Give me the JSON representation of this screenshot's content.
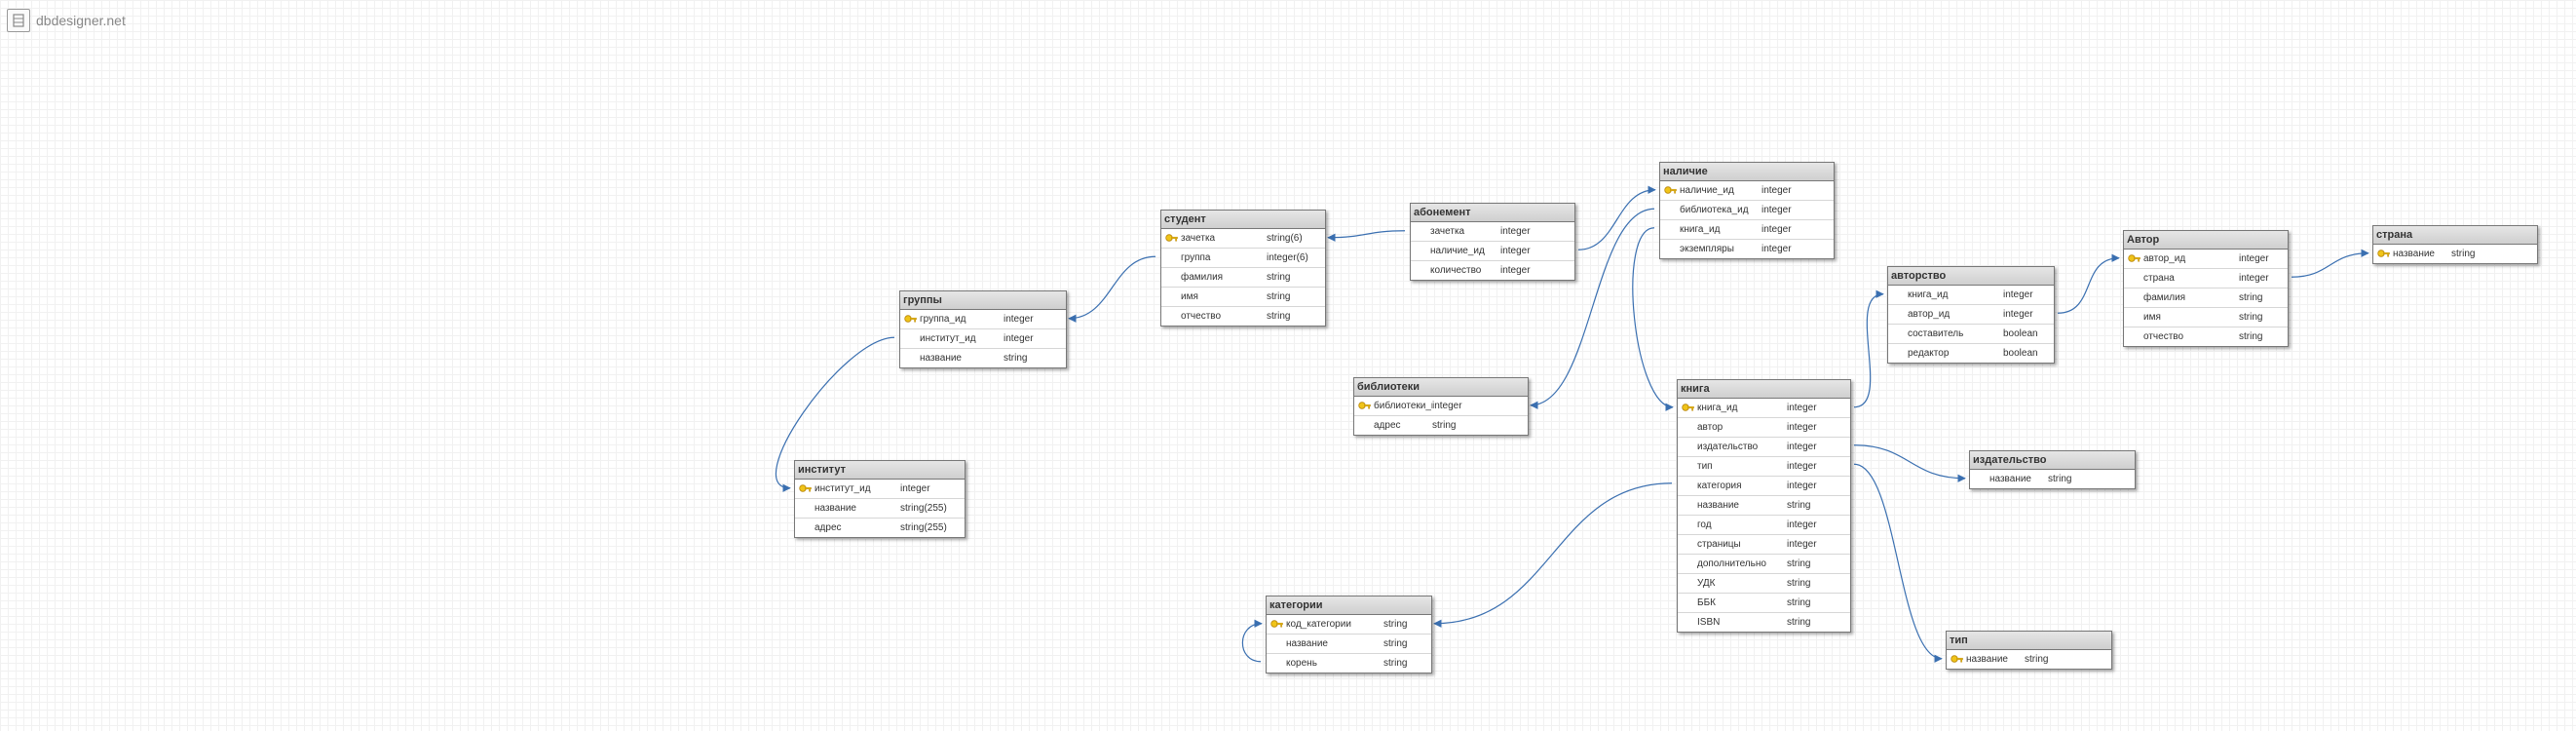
{
  "brand": {
    "name": "dbdesigner.net"
  },
  "tables": [
    {
      "id": "gruppy",
      "name": "группы",
      "cols": [
        {
          "name": "группа_ид",
          "type": "integer",
          "pk": true
        },
        {
          "name": "институт_ид",
          "type": "integer"
        },
        {
          "name": "название",
          "type": "string"
        }
      ]
    },
    {
      "id": "institut",
      "name": "институт",
      "cols": [
        {
          "name": "институт_ид",
          "type": "integer",
          "pk": true
        },
        {
          "name": "название",
          "type": "string(255)"
        },
        {
          "name": "адрес",
          "type": "string(255)"
        }
      ]
    },
    {
      "id": "student",
      "name": "студент",
      "cols": [
        {
          "name": "зачетка",
          "type": "string(6)",
          "pk": true
        },
        {
          "name": "группа",
          "type": "integer(6)"
        },
        {
          "name": "фамилия",
          "type": "string"
        },
        {
          "name": "имя",
          "type": "string"
        },
        {
          "name": "отчество",
          "type": "string"
        }
      ]
    },
    {
      "id": "abonement",
      "name": "абонемент",
      "cols": [
        {
          "name": "зачетка",
          "type": "integer"
        },
        {
          "name": "наличие_ид",
          "type": "integer"
        },
        {
          "name": "количество",
          "type": "integer"
        }
      ]
    },
    {
      "id": "nalichie",
      "name": "наличие",
      "cols": [
        {
          "name": "наличие_ид",
          "type": "integer",
          "pk": true
        },
        {
          "name": "библиотека_ид",
          "type": "integer"
        },
        {
          "name": "книга_ид",
          "type": "integer"
        },
        {
          "name": "экземпляры",
          "type": "integer"
        }
      ]
    },
    {
      "id": "biblioteki",
      "name": "библиотеки",
      "cols": [
        {
          "name": "библиотеки_ид",
          "type": "integer",
          "pk": true
        },
        {
          "name": "адрес",
          "type": "string"
        }
      ]
    },
    {
      "id": "kniga",
      "name": "книга",
      "cols": [
        {
          "name": "книга_ид",
          "type": "integer",
          "pk": true
        },
        {
          "name": "автор",
          "type": "integer"
        },
        {
          "name": "издательство",
          "type": "integer"
        },
        {
          "name": "тип",
          "type": "integer"
        },
        {
          "name": "категория",
          "type": "integer"
        },
        {
          "name": "название",
          "type": "string"
        },
        {
          "name": "год",
          "type": "integer"
        },
        {
          "name": "страницы",
          "type": "integer"
        },
        {
          "name": "дополнительно",
          "type": "string"
        },
        {
          "name": "УДК",
          "type": "string"
        },
        {
          "name": "ББК",
          "type": "string"
        },
        {
          "name": "ISBN",
          "type": "string"
        }
      ]
    },
    {
      "id": "kategorii",
      "name": "категории",
      "cols": [
        {
          "name": "код_категории",
          "type": "string",
          "pk": true
        },
        {
          "name": "название",
          "type": "string"
        },
        {
          "name": "корень",
          "type": "string"
        }
      ]
    },
    {
      "id": "avtorstvo",
      "name": "авторство",
      "cols": [
        {
          "name": "книга_ид",
          "type": "integer"
        },
        {
          "name": "автор_ид",
          "type": "integer"
        },
        {
          "name": "составитель",
          "type": "boolean"
        },
        {
          "name": "редактор",
          "type": "boolean"
        }
      ]
    },
    {
      "id": "avtor",
      "name": "Автор",
      "cols": [
        {
          "name": "автор_ид",
          "type": "integer",
          "pk": true
        },
        {
          "name": "страна",
          "type": "integer"
        },
        {
          "name": "фамилия",
          "type": "string"
        },
        {
          "name": "имя",
          "type": "string"
        },
        {
          "name": "отчество",
          "type": "string"
        }
      ]
    },
    {
      "id": "strana",
      "name": "страна",
      "cols": [
        {
          "name": "название",
          "type": "string",
          "pk": true
        }
      ]
    },
    {
      "id": "izdatelstvo",
      "name": "издательство",
      "cols": [
        {
          "name": "название",
          "type": "string"
        }
      ]
    },
    {
      "id": "tip",
      "name": "тип",
      "cols": [
        {
          "name": "название",
          "type": "string",
          "pk": true
        }
      ]
    }
  ],
  "relations": [
    {
      "from": "gruppy.1",
      "to": "institut.0"
    },
    {
      "from": "student.1",
      "to": "gruppy.0"
    },
    {
      "from": "abonement.0",
      "to": "student.0"
    },
    {
      "from": "abonement.1",
      "to": "nalichie.0"
    },
    {
      "from": "nalichie.1",
      "to": "biblioteki.0"
    },
    {
      "from": "nalichie.2",
      "to": "kniga.0"
    },
    {
      "from": "kniga.0",
      "to": "avtorstvo.0"
    },
    {
      "from": "avtorstvo.1",
      "to": "avtor.0"
    },
    {
      "from": "avtor.1",
      "to": "strana.0"
    },
    {
      "from": "kniga.2",
      "to": "izdatelstvo.0"
    },
    {
      "from": "kniga.3",
      "to": "tip.0"
    },
    {
      "from": "kniga.4",
      "to": "kategorii.0"
    },
    {
      "from": "kategorii.2",
      "to": "kategorii.0"
    }
  ]
}
